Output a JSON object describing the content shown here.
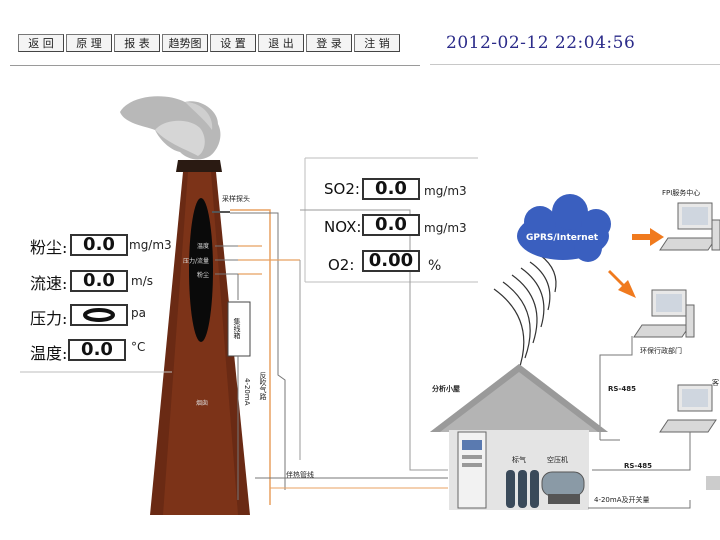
{
  "toolbar": {
    "buttons": [
      "返 回",
      "原 理",
      "报 表",
      "趋势图",
      "设 置",
      "退 出",
      "登 录",
      "注 销"
    ]
  },
  "datetime": "2012-02-12 22:04:56",
  "left_panel": {
    "dust": {
      "label": "粉尘:",
      "value": "0.0",
      "unit": "mg/m3"
    },
    "flow": {
      "label": "流速:",
      "value": "0.0",
      "unit": "m/s"
    },
    "pressure": {
      "label": "压力:",
      "unit": "pa"
    },
    "temperature": {
      "label": "温度:",
      "value": "0.0",
      "unit": "°C"
    }
  },
  "gas_panel": {
    "so2": {
      "label": "SO2:",
      "value": "0.0",
      "unit": "mg/m3"
    },
    "nox": {
      "label": "NOX:",
      "value": "0.0",
      "unit": "mg/m3"
    },
    "o2": {
      "label": "O2:",
      "value": "0.00",
      "unit": "%"
    }
  },
  "diagram": {
    "sampling_probe": "采样探头",
    "temp": "温度",
    "pressure_flow": "压力/流量",
    "dust": "粉尘",
    "collector": "集线箱",
    "flue": "烟囱",
    "backblow": "反吹气路",
    "current": "4-20mA",
    "heat_line": "伴热管线",
    "cloud": "GPRS/Internet",
    "fpi": "FPI服务中心",
    "env_dept": "环保行政部门",
    "customer": "客",
    "rs485_a": "RS-485",
    "rs485_b": "RS-485",
    "cabin": "分析小屋",
    "cal_gas": "标气",
    "compressor": "空压机",
    "io": "4-20mA及开关量"
  }
}
